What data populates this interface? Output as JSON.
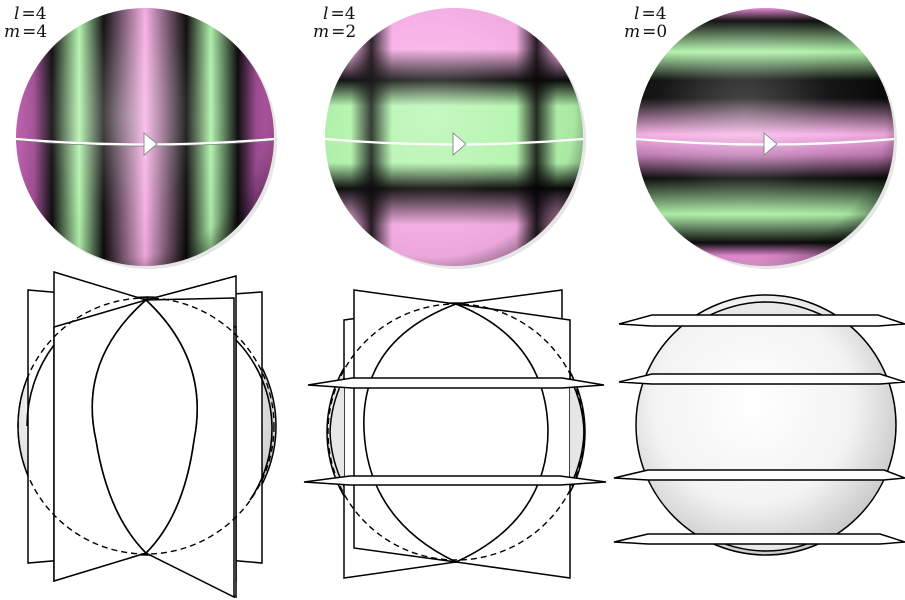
{
  "panels": [
    {
      "id": "m4",
      "l": "4",
      "m": "4",
      "l_label": "l",
      "m_label": "m"
    },
    {
      "id": "m2",
      "l": "4",
      "m": "2",
      "l_label": "l",
      "m_label": "m"
    },
    {
      "id": "m0",
      "l": "4",
      "m": "0",
      "l_label": "l",
      "m_label": "m"
    }
  ],
  "colors": {
    "positive": "#f7b0e6",
    "positive_edge": "#c060b0",
    "negative": "#b2f4ac",
    "node": "#0a0a0a",
    "equator_line": "#ffffff",
    "shade_light": "#ffffff",
    "shade_dark": "#c8c8c8"
  },
  "icons": {
    "equator_arrow": "triangle-right-icon"
  }
}
